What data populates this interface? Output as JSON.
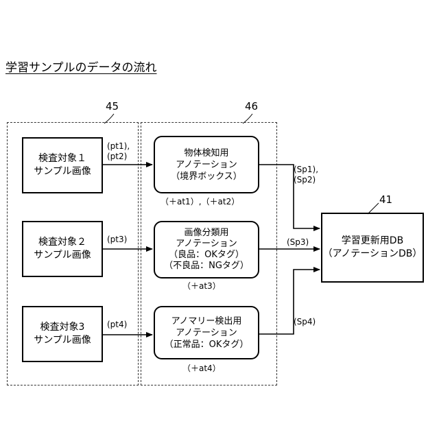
{
  "title": "学習サンプルのデータの流れ",
  "group_labels": {
    "samples": "45",
    "annotations": "46",
    "db": "41"
  },
  "samples": [
    {
      "line1": "検査対象１",
      "line2": "サンプル画像",
      "edge": "(pt1),\n(pt2)"
    },
    {
      "line1": "検査対象２",
      "line2": "サンプル画像",
      "edge": "(pt3)"
    },
    {
      "line1": "検査対象3",
      "line2": "サンプル画像",
      "edge": "(pt4)"
    }
  ],
  "annotations": [
    {
      "lines": [
        "物体検知用",
        "アノテーション",
        "（境界ボックス）"
      ],
      "tag": "（＋at1）,（＋at2）",
      "edge": "(Sp1),\n(Sp2)"
    },
    {
      "lines": [
        "画像分類用",
        "アノテーション",
        "（良品：OKタグ）",
        "（不良品：NGタグ）"
      ],
      "tag": "（＋at3）",
      "edge": "(Sp3)"
    },
    {
      "lines": [
        "アノマリー検出用",
        "アノテーション",
        "（正常品：OKタグ）"
      ],
      "tag": "（＋at4）",
      "edge": "(Sp4)"
    }
  ],
  "db": {
    "line1": "学習更新用DB",
    "line2": "（アノテーションDB）"
  }
}
